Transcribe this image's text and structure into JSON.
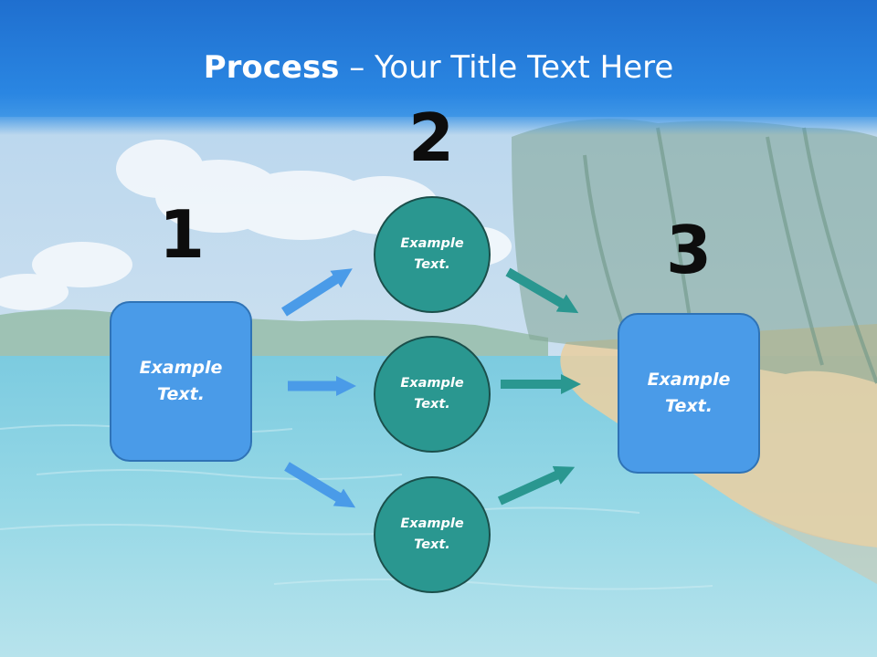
{
  "title": {
    "bold": "Process",
    "rest": " – Your Title Text Here"
  },
  "steps": [
    {
      "number": "1",
      "line1": "Example",
      "line2": "Text."
    },
    {
      "number": "2",
      "line1": "Example",
      "line2": "Text."
    },
    {
      "number": "3",
      "line1": "Example",
      "line2": "Text."
    }
  ],
  "circles": [
    {
      "line1": "Example",
      "line2": "Text."
    },
    {
      "line1": "Example",
      "line2": "Text."
    },
    {
      "line1": "Example",
      "line2": "Text."
    }
  ],
  "colors": {
    "title_band": "#2176d2",
    "box_fill": "#4a9be8",
    "box_border": "#2f73b6",
    "circle_fill": "#2a9790",
    "circle_border": "#1b4f4b",
    "arrow_blue": "#4a9be8",
    "arrow_teal": "#2a9790"
  }
}
